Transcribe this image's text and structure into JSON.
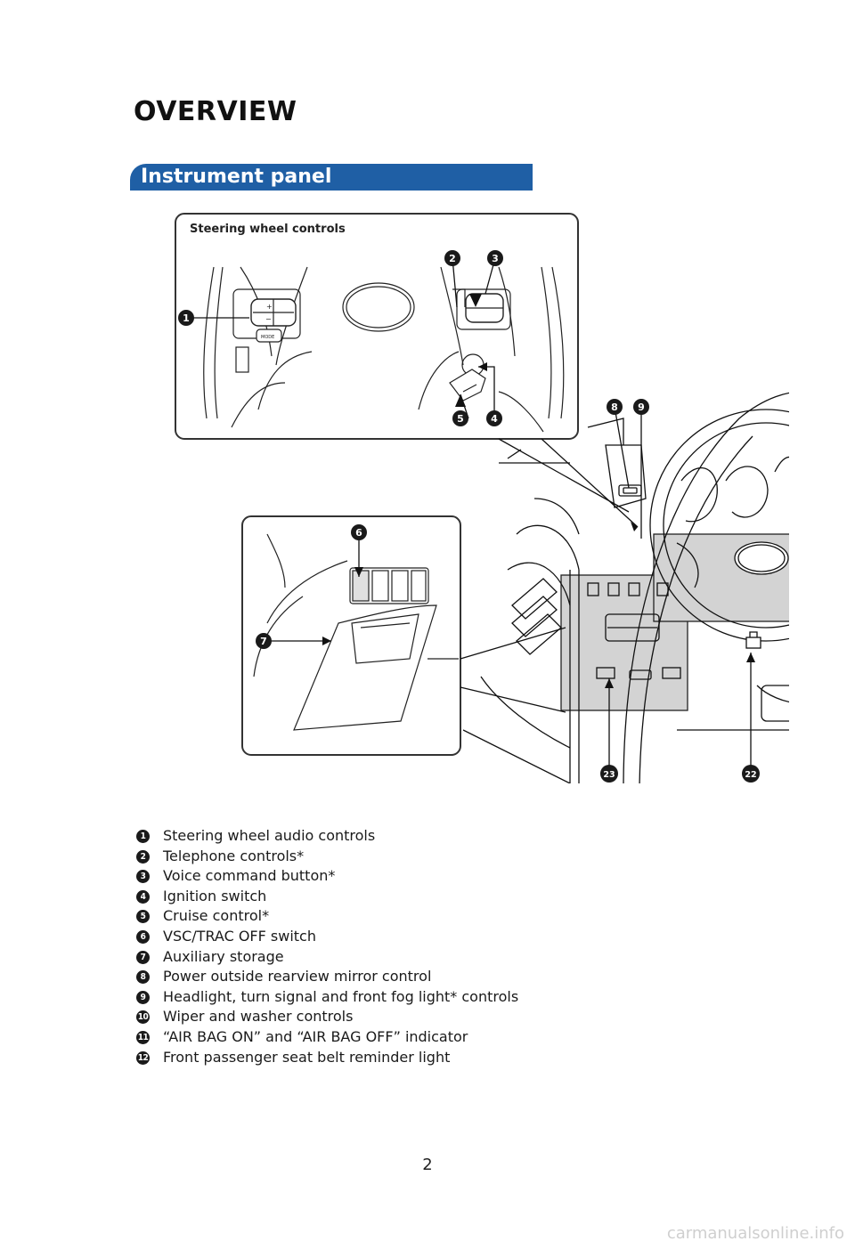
{
  "page_title": "OVERVIEW",
  "section_heading": "Instrument panel",
  "inset_label": "Steering wheel controls",
  "callouts": {
    "c1": "1",
    "c2": "2",
    "c3": "3",
    "c4": "4",
    "c5": "5",
    "c6": "6",
    "c7": "7",
    "c8": "8",
    "c9": "9",
    "c22": "22",
    "c23": "23"
  },
  "switch_labels": {
    "plus": "+",
    "minus": "−",
    "mode": "MODE"
  },
  "legend": [
    {
      "num": "1",
      "text": "Steering wheel audio controls"
    },
    {
      "num": "2",
      "text": "Telephone controls*"
    },
    {
      "num": "3",
      "text": "Voice command button*"
    },
    {
      "num": "4",
      "text": "Ignition switch"
    },
    {
      "num": "5",
      "text": "Cruise control*"
    },
    {
      "num": "6",
      "text": "VSC/TRAC OFF switch"
    },
    {
      "num": "7",
      "text": "Auxiliary storage"
    },
    {
      "num": "8",
      "text": "Power outside rearview mirror control"
    },
    {
      "num": "9",
      "text": "Headlight, turn signal and front fog light* controls"
    },
    {
      "num": "10",
      "text": "Wiper and washer controls"
    },
    {
      "num": "11",
      "text": "“AIR BAG ON” and “AIR BAG OFF” indicator"
    },
    {
      "num": "12",
      "text": "Front passenger seat belt reminder light"
    }
  ],
  "page_number": "2",
  "footer_url": "carmanualsonline.info",
  "colors": {
    "banner": "#1f5fa5",
    "highlight": "#d3d3d3",
    "callout": "#1a1a1a"
  }
}
